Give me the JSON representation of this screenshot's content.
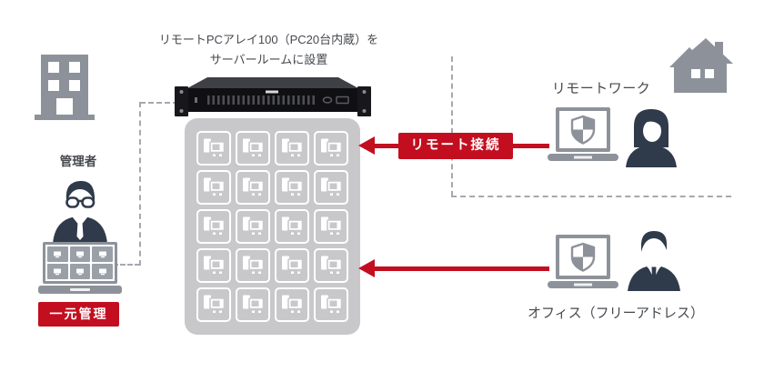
{
  "palette": {
    "accent_red": "#c30e20",
    "icon_gray": "#8d929a",
    "people_navy": "#2f3b4b",
    "array_bg": "#c8c8ca",
    "text_dark": "#46494e",
    "dash_gray": "#a5a9af"
  },
  "title": {
    "line1": "リモートPCアレイ100（PC20台内蔵）を",
    "line2": "サーバールームに設置"
  },
  "admin": {
    "label": "管理者",
    "badge": "一元管理",
    "screen_count": 6
  },
  "pc_array": {
    "pc_count": 20
  },
  "remote_work": {
    "label": "リモートワーク"
  },
  "office": {
    "label": "オフィス（フリーアドレス）"
  },
  "connection": {
    "label": "リモート接続"
  }
}
